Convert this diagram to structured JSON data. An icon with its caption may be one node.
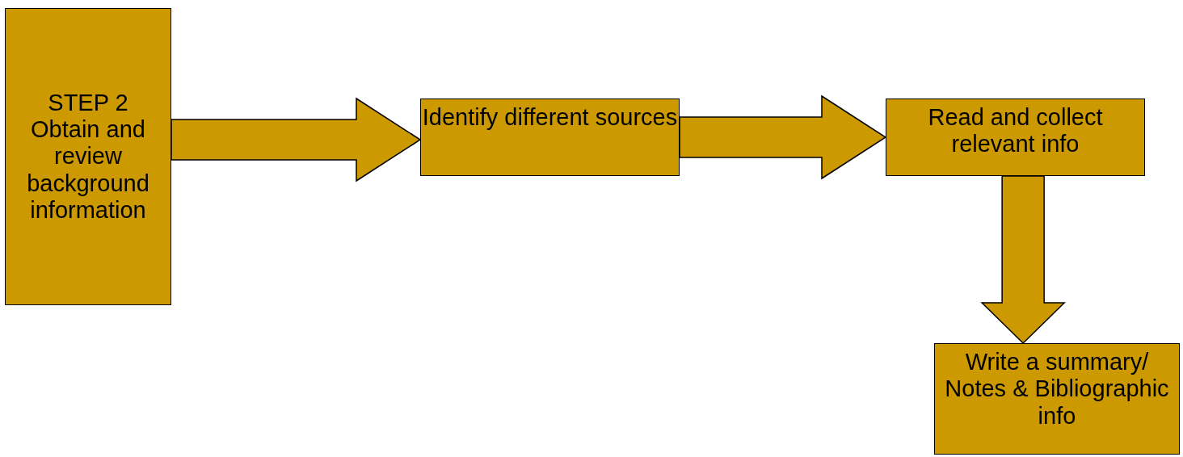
{
  "diagram": {
    "nodes": [
      {
        "text": [
          "STEP 2",
          "Obtain and review background information"
        ]
      },
      {
        "text": [
          "Identify different sources"
        ]
      },
      {
        "text": [
          "Read and collect relevant info"
        ]
      },
      {
        "text": [
          "Write a summary/ Notes & Bibliographic info"
        ]
      }
    ],
    "edges": [
      {
        "from": 0,
        "to": 1,
        "arrow": "to"
      },
      {
        "from": 1,
        "to": 2,
        "arrow": "to"
      },
      {
        "from": 2,
        "to": 3,
        "arrow": "to"
      }
    ]
  }
}
